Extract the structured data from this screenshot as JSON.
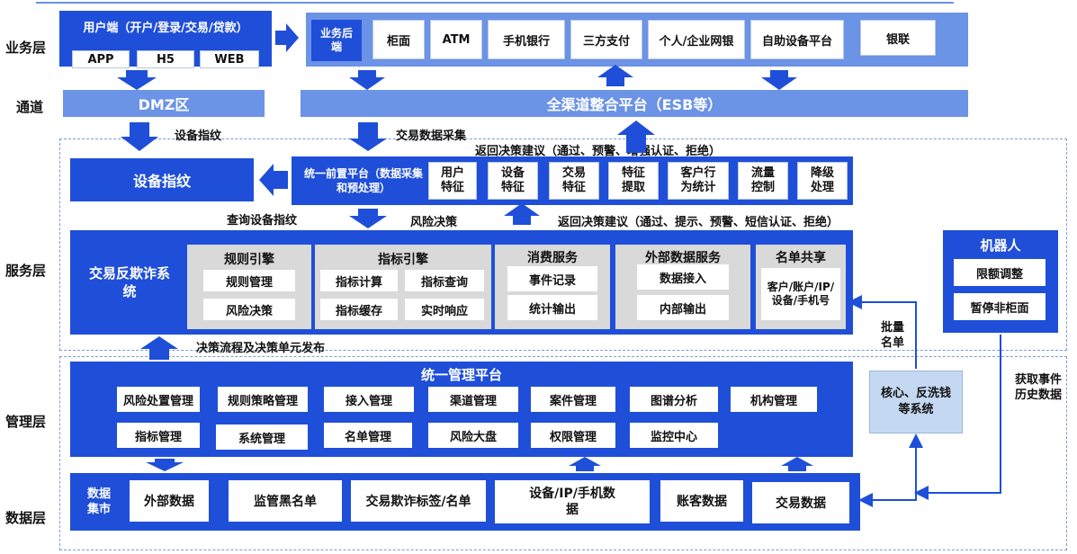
{
  "layers": {
    "business": "业务层",
    "channel": "通道",
    "service": "服务层",
    "management": "管理层",
    "data": "数据层"
  },
  "user_end": {
    "title": "用户端（开户/登录/交易/贷款）",
    "items": [
      "APP",
      "H5",
      "WEB"
    ]
  },
  "business_backend": {
    "label": "业务后端",
    "items": [
      "柜面",
      "ATM",
      "手机银行",
      "三方支付",
      "个人/企业网银",
      "自助设备平台",
      "银联"
    ]
  },
  "channel": {
    "dmz": "DMZ区",
    "esb": "全渠道整合平台（ESB等）"
  },
  "flow_labels": {
    "device_fp_left": "设备指纹",
    "txn_collect": "交易数据采集",
    "return_suggestion_top": "返回决策建议（通过、预警、增强认证、拒绝）",
    "query_device_fp": "查询设备指纹",
    "risk_decision": "风险决策",
    "return_suggestion_mid": "返回决策建议（通过、提示、预警、短信认证、拒绝）",
    "publish": "决策流程及决策单元发布",
    "batch_list": "批量名单",
    "history": "获取事件历史数据"
  },
  "device_fingerprint": "设备指纹",
  "frontend": {
    "title": "统一前置平台（数据采集和预处理）",
    "items": [
      "用户特征",
      "设备特征",
      "交易特征",
      "特征提取",
      "客户行为统计",
      "流量控制",
      "降级处理"
    ]
  },
  "service": {
    "anti_fraud": "交易反欺诈系统",
    "rules_engine": {
      "title": "规则引擎",
      "items": [
        "规则管理",
        "风险决策"
      ]
    },
    "indicator_engine": {
      "title": "指标引擎",
      "items": [
        "指标计算",
        "指标查询",
        "指标缓存",
        "实时响应"
      ]
    },
    "consumption": {
      "title": "消费服务",
      "items": [
        "事件记录",
        "统计输出"
      ]
    },
    "external": {
      "title": "外部数据服务",
      "items": [
        "数据接入",
        "内部输出"
      ]
    },
    "list_share": {
      "title": "名单共享",
      "content": "客户/账户/IP/设备/手机号"
    }
  },
  "robot": {
    "title": "机器人",
    "items": [
      "限额调整",
      "暂停非柜面"
    ]
  },
  "core_system": "核心、反洗钱等系统",
  "management": {
    "title": "统一管理平台",
    "row1": [
      "风险处置管理",
      "规则策略管理",
      "接入管理",
      "渠道管理",
      "案件管理",
      "图谱分析",
      "机构管理"
    ],
    "row2": [
      "指标管理",
      "系统管理",
      "名单管理",
      "风险大盘",
      "权限管理",
      "监控中心"
    ]
  },
  "data_market": {
    "label": "数据集市",
    "items": [
      "外部数据",
      "监管黑名单",
      "交易欺诈标签/名单",
      "设备/IP/手机数据",
      "账客数据",
      "交易数据"
    ]
  },
  "colors": {
    "primary_blue": "#1f4fd8",
    "light_blue": "#6b93e6",
    "pale_blue": "#c4d8f2",
    "gray_panel": "#d9d9d9"
  }
}
